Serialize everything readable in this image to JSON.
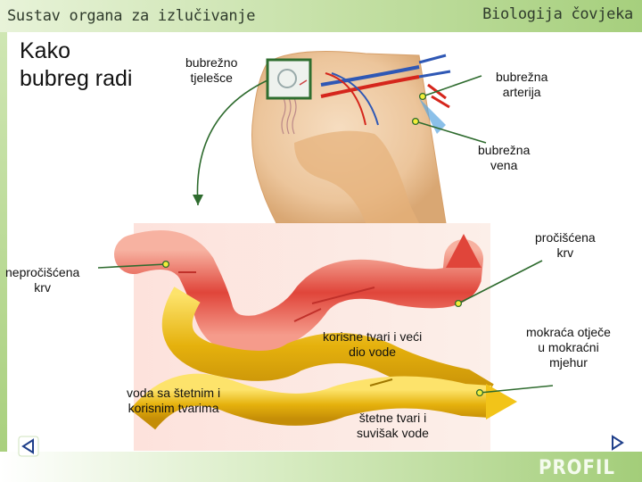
{
  "header": {
    "subject_title": "Sustav organa za izlučivanje",
    "book_title": "Biologija čovjeka"
  },
  "title": "Kako\nbubreg radi",
  "labels": {
    "renal_corpuscle": "bubrežno\ntjelešce",
    "renal_artery": "bubrežna\narterija",
    "renal_vein": "bubrežna\nvena",
    "unpurified_blood": "nepročišćena\nkrv",
    "purified_blood": "pročišćena\nkrv",
    "useful_substances": "korisne tvari i veći\ndio vode",
    "water_waste": "voda sa štetnim i\nkorisnim tvarima",
    "harmful_substances": "štetne tvari i\nsuvišak vode",
    "urine_to_bladder": "mokraća otječe\nu mokraćni\nmjehur"
  },
  "footer": {
    "brand": "PROFIL"
  },
  "icons": {
    "prev": "triangle-left-icon",
    "next": "triangle-right-icon"
  },
  "colors": {
    "accent_green": "#a6cf7d",
    "pointer_green": "#2e6b2e",
    "marker_yellow": "#f2ee3a"
  }
}
